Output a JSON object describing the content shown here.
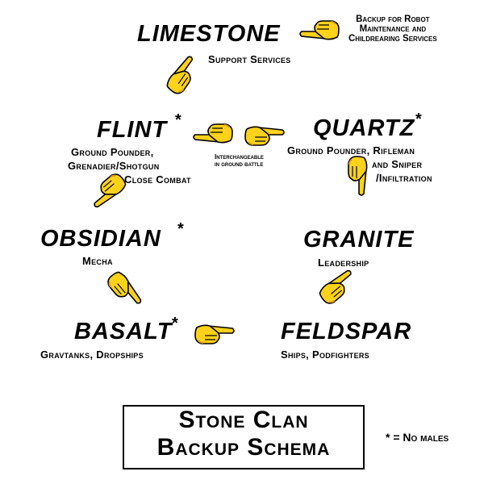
{
  "nodes": {
    "limestone": {
      "name": "LIMESTONE",
      "desc": "Support Services",
      "note": [
        "Backup for Robot",
        "Maintenance and",
        "Childrearing Services"
      ]
    },
    "flint": {
      "name": "FLINT",
      "star": "*",
      "desc": [
        "Ground Pounder,",
        "Grenadier/Shotgun",
        "Close Combat"
      ]
    },
    "quartz": {
      "name": "QUARTZ",
      "star": "*",
      "desc": [
        "Ground Pounder, Rifleman",
        "and Sniper",
        "/Infiltration"
      ]
    },
    "obsidian": {
      "name": "OBSIDIAN",
      "star": "*",
      "desc": "Mecha"
    },
    "granite": {
      "name": "GRANITE",
      "desc": "Leadership"
    },
    "basalt": {
      "name": "BASALT",
      "star": "*",
      "desc": "Gravtanks, Dropships"
    },
    "feldspar": {
      "name": "FELDSPAR",
      "desc": "Ships, Podfighters"
    }
  },
  "interchangeable_note": [
    "Interchangeable",
    "in ground battle"
  ],
  "title": [
    "Stone Clan",
    "Backup Schema"
  ],
  "legend": "* = No males",
  "colors": {
    "hand": "#ffd21a",
    "hand_shadow": "#e0a000",
    "text": "#000000"
  }
}
